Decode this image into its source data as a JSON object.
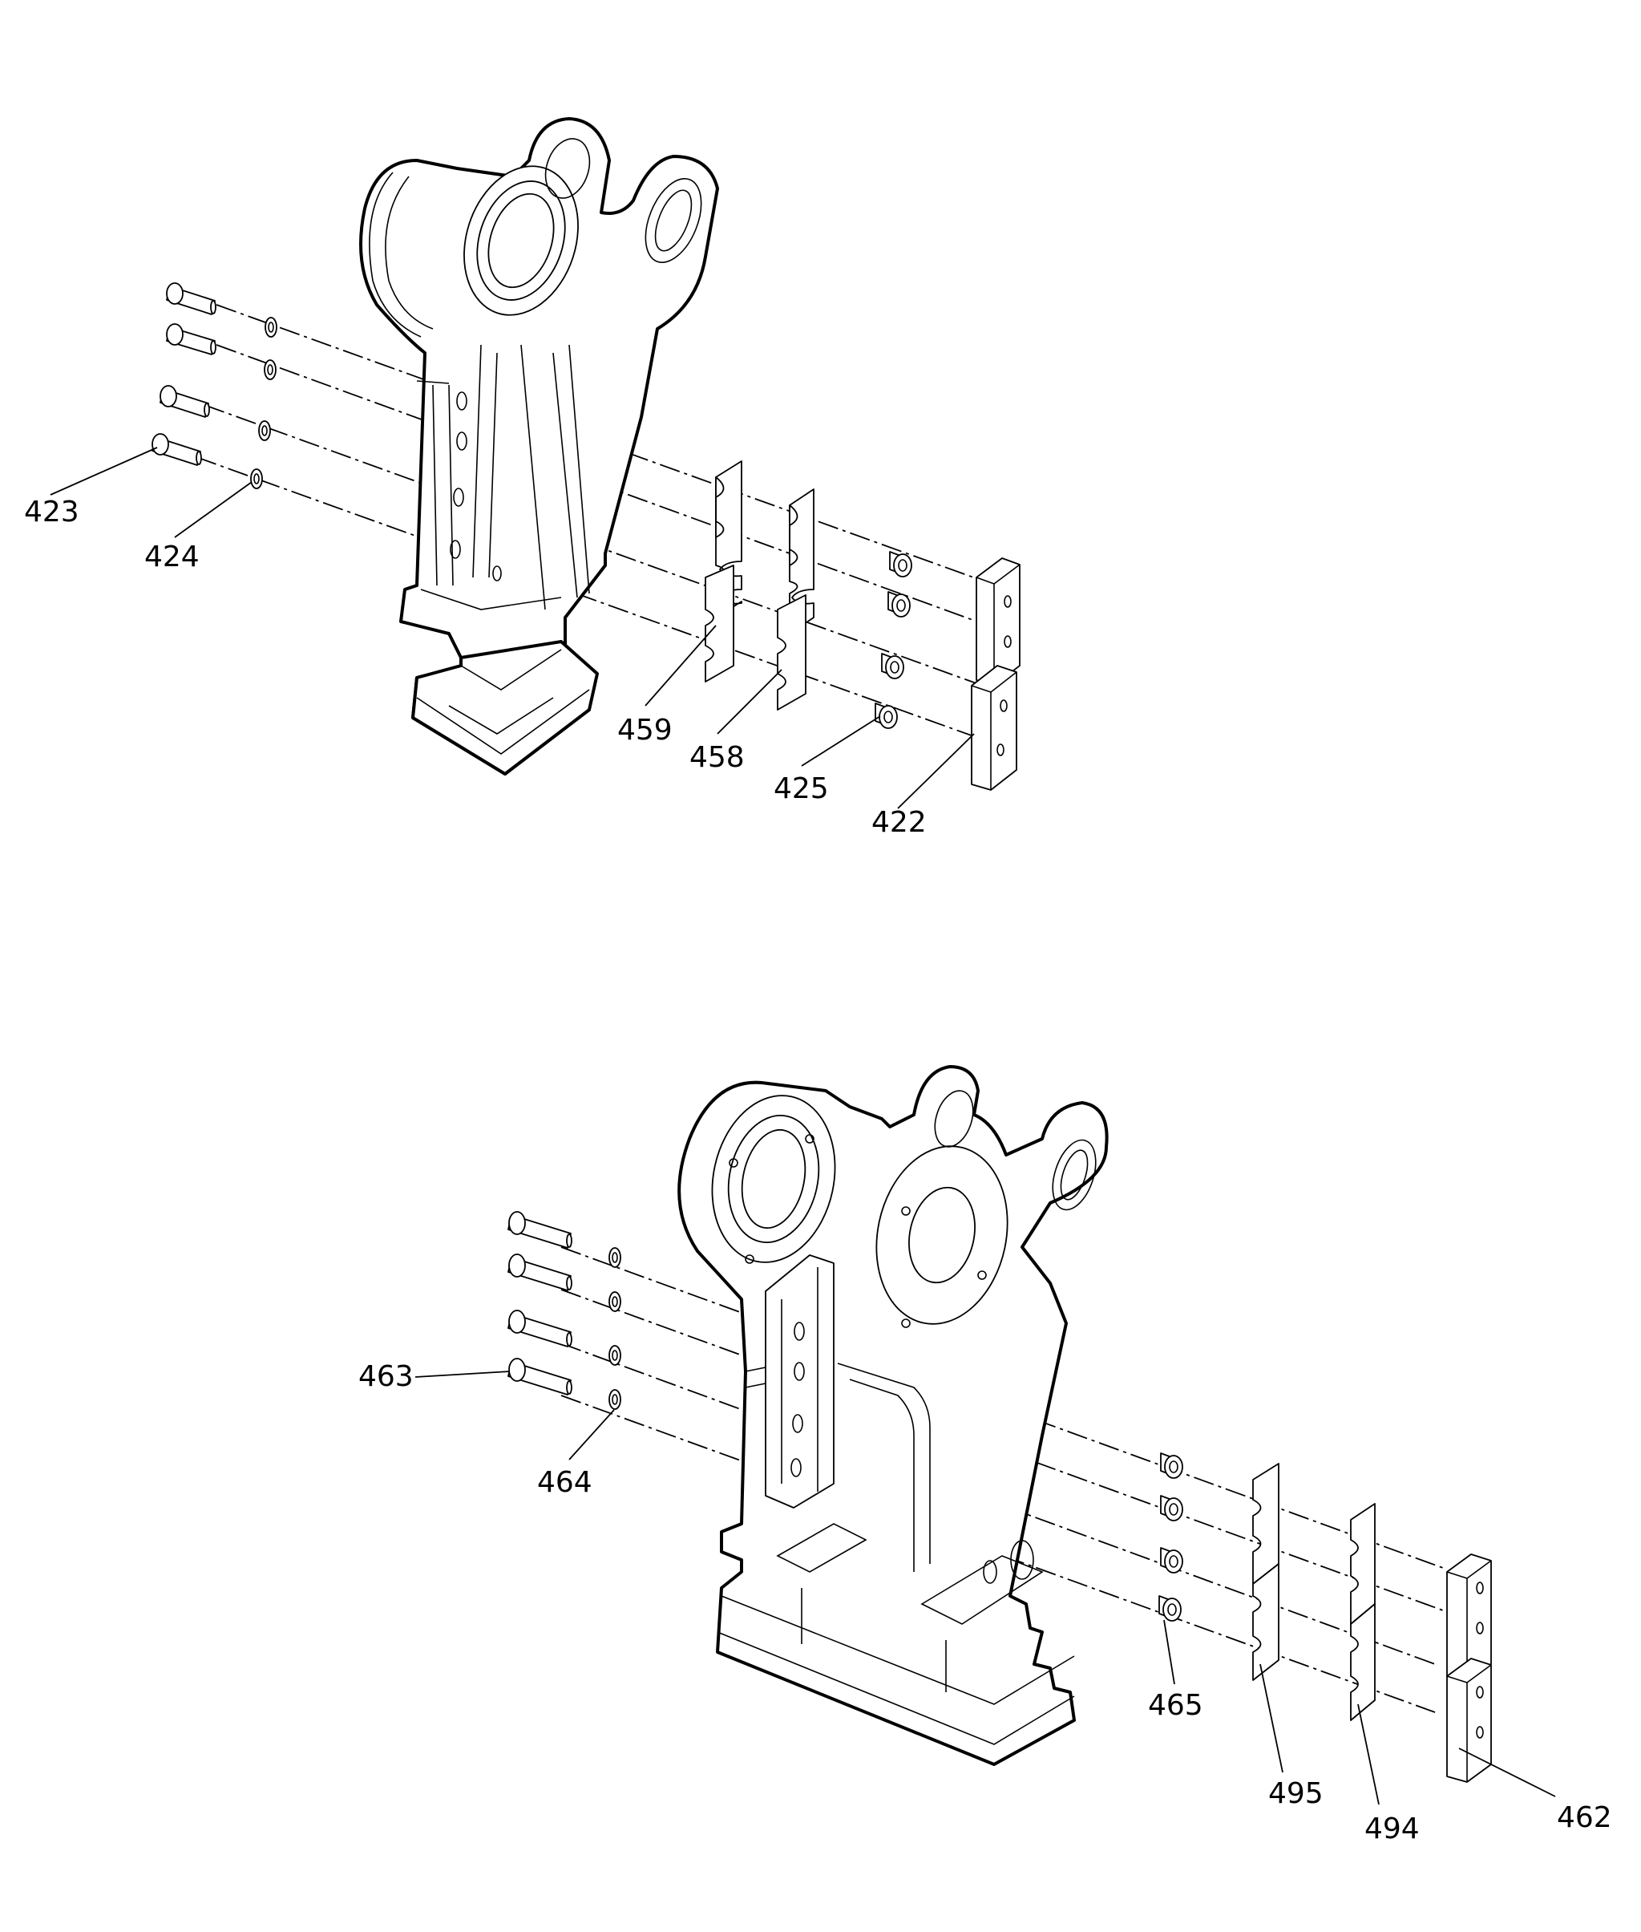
{
  "diagram": {
    "upper_assembly": {
      "callouts": [
        "423",
        "424",
        "459",
        "458",
        "425",
        "422"
      ]
    },
    "lower_assembly": {
      "callouts": [
        "463",
        "464",
        "465",
        "495",
        "494",
        "462"
      ]
    }
  }
}
